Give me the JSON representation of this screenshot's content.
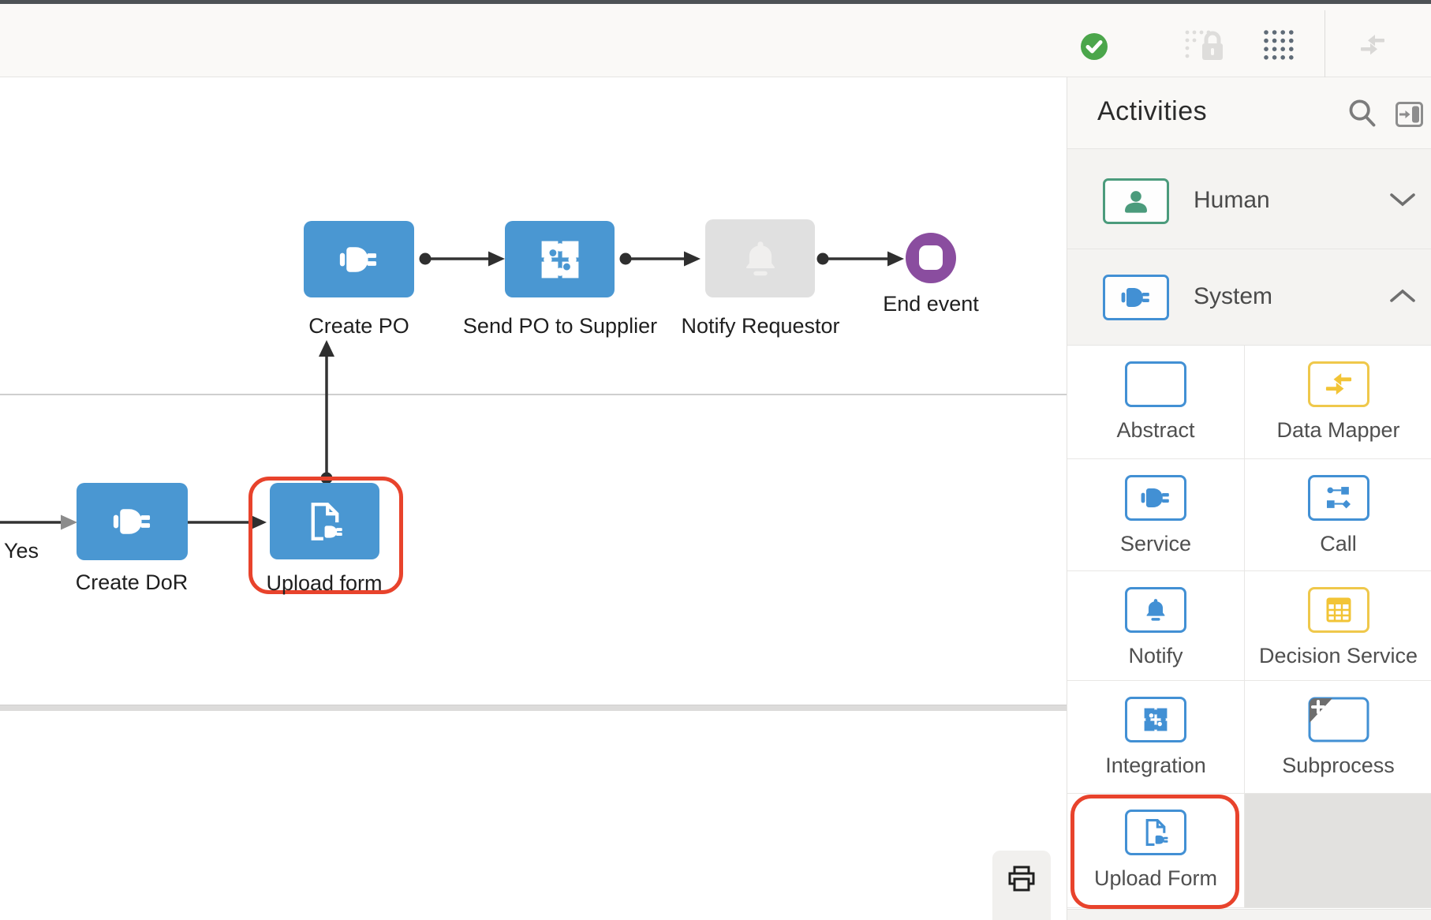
{
  "toolbar": {
    "icons": [
      "validation-ok",
      "lock-disabled",
      "grid-dots",
      "collapse-arrows-disabled"
    ]
  },
  "canvas": {
    "yes_label": "Yes",
    "nodes": [
      {
        "label": "Create PO",
        "type": "service"
      },
      {
        "label": "Send PO to Supplier",
        "type": "integration"
      },
      {
        "label": "Notify Requestor",
        "type": "notify"
      },
      {
        "label": "End event",
        "type": "end-event"
      },
      {
        "label": "Create DoR",
        "type": "service"
      },
      {
        "label": "Upload form",
        "type": "upload-form",
        "highlighted": true
      }
    ]
  },
  "panel": {
    "title": "Activities",
    "sections": [
      {
        "label": "Human",
        "state": "collapsed"
      },
      {
        "label": "System",
        "state": "expanded"
      }
    ],
    "items": [
      {
        "label": "Abstract"
      },
      {
        "label": "Data Mapper"
      },
      {
        "label": "Service"
      },
      {
        "label": "Call"
      },
      {
        "label": "Notify"
      },
      {
        "label": "Decision Service"
      },
      {
        "label": "Integration"
      },
      {
        "label": "Subprocess"
      },
      {
        "label": "Upload Form",
        "highlighted": true
      }
    ]
  },
  "colors": {
    "node_blue": "#4a97d2",
    "palette_blue": "#4290d4",
    "palette_yellow": "#efc84b",
    "highlight_red": "#e8432c",
    "end_event_purple": "#8a4d9f",
    "human_green": "#4b9b7c",
    "valid_green": "#4ba64b",
    "node_gray": "#e0e0e0"
  }
}
